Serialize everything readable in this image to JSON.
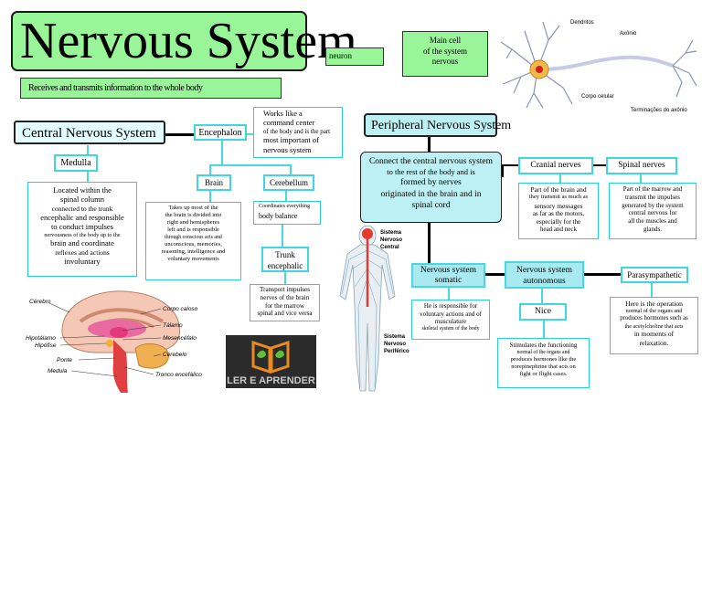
{
  "title": {
    "main": "Nervous System",
    "neuron_tag": "neuron"
  },
  "main_cell": [
    "Main cell",
    "of the system",
    "nervous"
  ],
  "subtitle": "Receives and transmits information to the whole body",
  "neuron_labels": {
    "dendrites": "Dendritos",
    "axon": "Axônio",
    "cell_body": "Corpo celular",
    "terminals": "Terminações do axônio"
  },
  "cns": {
    "title": "Central Nervous System",
    "medulla": {
      "label": "Medulla",
      "desc": [
        "Located within the",
        "spinal column",
        "connected to the trunk",
        "encephalic and responsible",
        "to conduct impulses",
        "nervousness of the body up to the",
        "brain and coordinate",
        "reflexes and actions",
        "involuntary"
      ]
    },
    "encephalon": {
      "label": "Encephalon",
      "desc": [
        "Works like a",
        "command center",
        "of the body and is the part",
        "most important of",
        "nervous system"
      ]
    },
    "brain": {
      "label": "Brain",
      "desc": [
        "Takes up most of the",
        "the brain is divided into",
        "right and hemispheres",
        "left and is responsible",
        "through conscious acts and",
        "unconscious, memories,",
        "reasoning, intelligence and",
        "voluntary movements"
      ]
    },
    "cerebellum": {
      "label": "Cerebellum",
      "desc": [
        "Coordinates everything",
        "body balance"
      ]
    },
    "trunk": {
      "label": [
        "Trunk",
        "encephalic"
      ],
      "desc": [
        "Transport impulses",
        "nerves of the brain",
        "for the marrow",
        "spinal and vice versa"
      ]
    }
  },
  "brain_labels": {
    "cerebro": "Cérebro",
    "corpo_caloso": "Corpo caloso",
    "talamo": "Tálamo",
    "hipotalamo": "Hipotálamo",
    "mesencefalo": "Mesencéfalo",
    "hipofise": "Hipófise",
    "cerebelo": "Cerebelo",
    "ponte": "Ponte",
    "medula": "Medula",
    "tronco": "Tronco encefálico"
  },
  "logo_text": "LER E APRENDER",
  "body_labels": {
    "central": [
      "Sistema",
      "Nervoso",
      "Central"
    ],
    "peripheral": [
      "Sistema",
      "Nervoso",
      "Periférico"
    ]
  },
  "pns": {
    "title": "Peripheral Nervous System",
    "desc": [
      "Connect the central nervous system",
      "to the rest of the body and is",
      "formed by nerves",
      "originated in the brain and in",
      "spinal cord"
    ],
    "cranial": {
      "label": "Cranial nerves",
      "desc": [
        "Part of the brain and",
        "they transmit as much as",
        "sensory messages",
        "as far as the motors,",
        "especially for the",
        "head and neck"
      ]
    },
    "spinal": {
      "label": "Spinal nerves",
      "desc": [
        "Part of the marrow and",
        "transmit the impulses",
        "generated by the system",
        "central nervous for",
        "all the muscles and",
        "glands."
      ]
    },
    "somatic": {
      "label": [
        "Nervous system",
        "somatic"
      ],
      "desc": [
        "He is responsible for",
        "voluntary actions and of",
        "musculature",
        "skeletal system of the body"
      ]
    },
    "autonomous": {
      "label": [
        "Nervous system",
        "autonomous"
      ]
    },
    "nice": {
      "label": "Nice",
      "desc": [
        "Stimulates the functioning",
        "normal of the organs and",
        "produces hormones like the",
        "norepinephrine that acts on",
        "fight or flight cases."
      ]
    },
    "parasympathetic": {
      "label": "Parasympathetic",
      "desc": [
        "Here is the operation",
        "normal of the organs and",
        "produces hormones such as",
        "the acetylcholine that acts",
        "in moments of",
        "relaxation."
      ]
    }
  }
}
